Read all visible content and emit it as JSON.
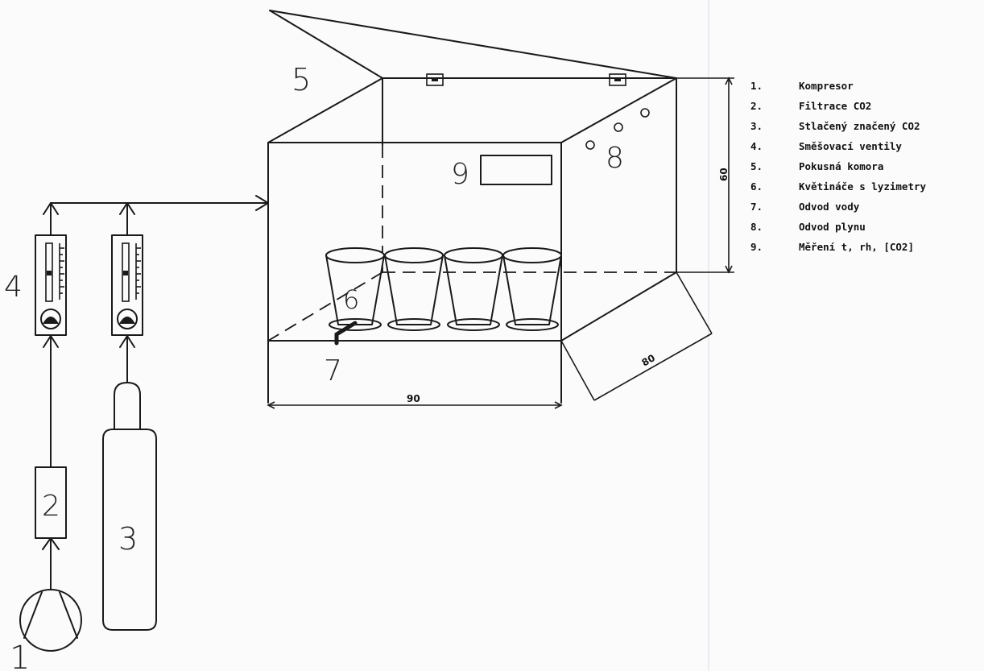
{
  "diagram": {
    "callouts": {
      "n1": "1",
      "n2": "2",
      "n3": "3",
      "n4": "4",
      "n5": "5",
      "n6": "6",
      "n7": "7",
      "n8": "8",
      "n9": "9"
    },
    "dimensions": {
      "width": "90",
      "height": "60",
      "depth": "80"
    },
    "legend": [
      {
        "number": "1.",
        "text": "Kompresor"
      },
      {
        "number": "2.",
        "text": "Filtrace CO2"
      },
      {
        "number": "3.",
        "text": "Stlačený značený CO2"
      },
      {
        "number": "4.",
        "text": "Směšovací ventily"
      },
      {
        "number": "5.",
        "text": "Pokusná komora"
      },
      {
        "number": "6.",
        "text": "Květináče s lyzimetry"
      },
      {
        "number": "7.",
        "text": "Odvod vody"
      },
      {
        "number": "8.",
        "text": "Odvod plynu"
      },
      {
        "number": "9.",
        "text": "Měření t, rh, [CO2]"
      }
    ]
  }
}
